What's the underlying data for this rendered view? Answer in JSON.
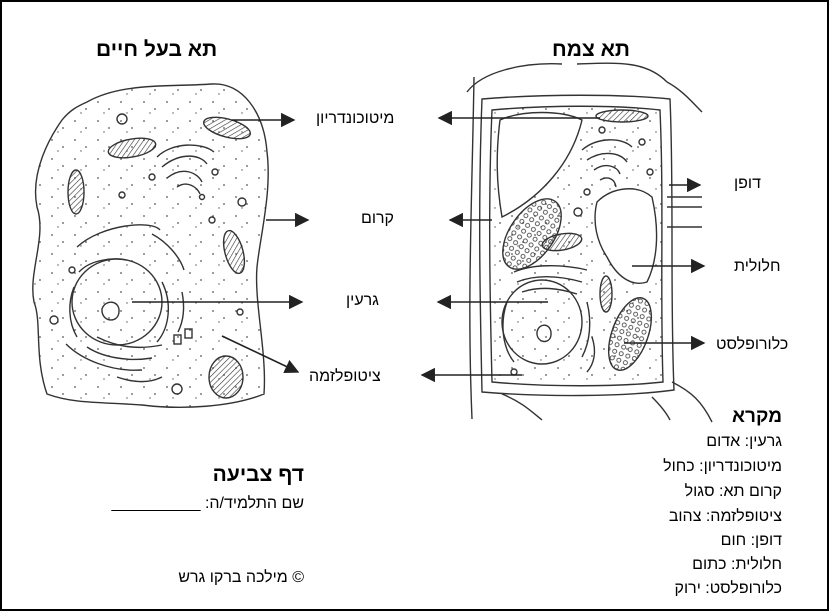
{
  "titles": {
    "animal_cell": "תא בעל חיים",
    "plant_cell": "תא צמח"
  },
  "labels": {
    "mitochondria": "מיטוכונדריון",
    "membrane": "קרום",
    "nucleus": "גרעין",
    "cytoplasm": "ציטופלזמה",
    "cell_wall": "דופן",
    "vacuole": "חלולית",
    "chloroplast": "כלורופלסט"
  },
  "legend": {
    "title": "מקרא",
    "items": [
      "גרעין: אדום",
      "מיטוכונדריון: כחול",
      "קרום תא: סגול",
      "ציטופלזמה: צהוב",
      "דופן: חום",
      "חלולית: כתום",
      "כלורופלסט: ירוק"
    ]
  },
  "sheet": {
    "title": "דף צביעה",
    "student_name": "שם התלמיד/ה: __________",
    "copyright": "© מילכה ברקו גרש"
  }
}
